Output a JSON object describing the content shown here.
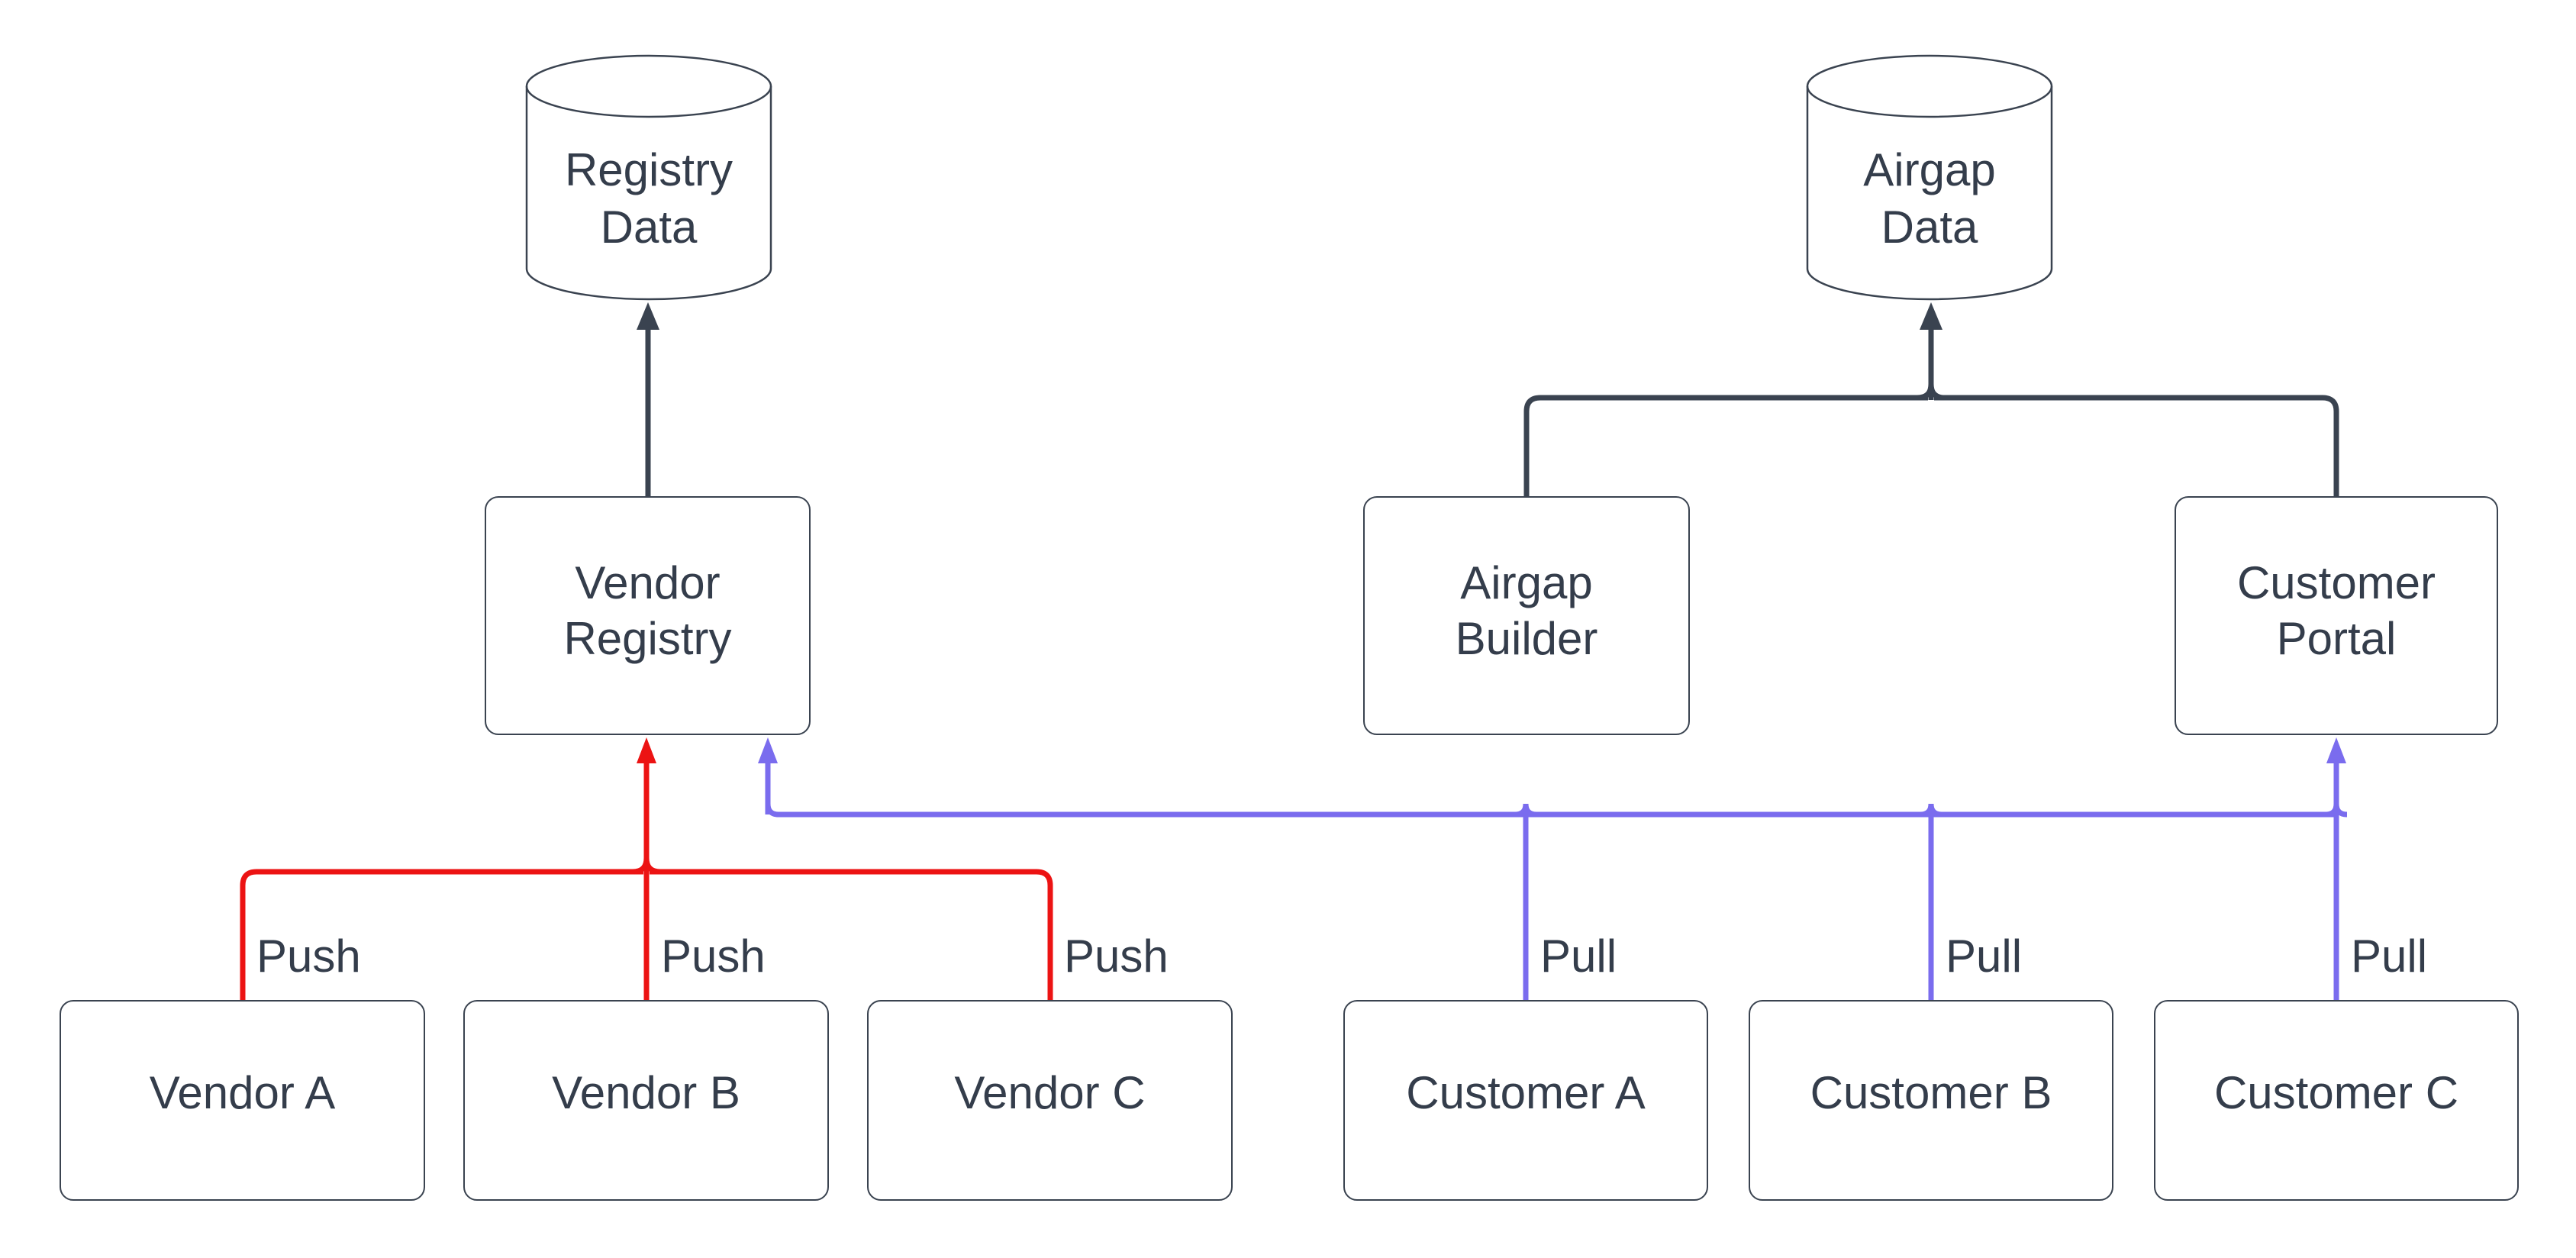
{
  "diagram": {
    "colors": {
      "bg": "#ffffff",
      "ink": "#343d4b",
      "line": "#3a4350",
      "red": "#ec1313",
      "blue": "#7a6cee"
    },
    "nodes": {
      "registry_data": {
        "label": "Registry\nData",
        "type": "cylinder"
      },
      "airgap_data": {
        "label": "Airgap\nData",
        "type": "cylinder"
      },
      "vendor_registry": {
        "label": "Vendor\nRegistry",
        "type": "box"
      },
      "airgap_builder": {
        "label": "Airgap\nBuilder",
        "type": "box"
      },
      "customer_portal": {
        "label": "Customer\nPortal",
        "type": "box"
      },
      "vendor_a": {
        "label": "Vendor A",
        "type": "box"
      },
      "vendor_b": {
        "label": "Vendor B",
        "type": "box"
      },
      "vendor_c": {
        "label": "Vendor C",
        "type": "box"
      },
      "customer_a": {
        "label": "Customer A",
        "type": "box"
      },
      "customer_b": {
        "label": "Customer B",
        "type": "box"
      },
      "customer_c": {
        "label": "Customer C",
        "type": "box"
      }
    },
    "edges": {
      "to_registry_data": {
        "from": "vendor_registry",
        "to": "registry_data",
        "color_key": "line"
      },
      "to_airgap_data": {
        "from": [
          "airgap_builder",
          "customer_portal"
        ],
        "to": "airgap_data",
        "color_key": "line"
      },
      "push_bus": {
        "from": [
          "vendor_a",
          "vendor_b",
          "vendor_c"
        ],
        "to": "vendor_registry",
        "labels": [
          "Push",
          "Push",
          "Push"
        ],
        "color_key": "red"
      },
      "pull_bus": {
        "from": [
          "customer_a",
          "customer_b",
          "customer_c"
        ],
        "to": [
          "vendor_registry",
          "customer_portal"
        ],
        "labels": [
          "Pull",
          "Pull",
          "Pull"
        ],
        "color_key": "blue"
      }
    }
  }
}
